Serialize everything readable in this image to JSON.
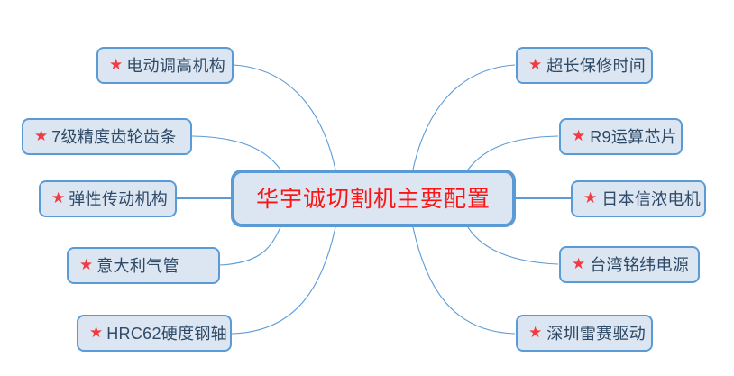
{
  "diagram": {
    "type": "mind-map",
    "title": "华宇诚切割机主要配置",
    "bullet_glyph": "★",
    "colors": {
      "node_fill": "#dce6f2",
      "node_border": "#5b9bd5",
      "node_text": "#2e4a66",
      "center_text": "#fb1414",
      "star": "#ef3b41",
      "connector": "#5b9bd5",
      "background": "#ffffff"
    },
    "center": {
      "label": "华宇诚切割机主要配置"
    },
    "left_branches": [
      {
        "label": "电动调高机构"
      },
      {
        "label": "7级精度齿轮齿条"
      },
      {
        "label": "弹性传动机构"
      },
      {
        "label": "意大利气管"
      },
      {
        "label": "HRC62硬度钢轴"
      }
    ],
    "right_branches": [
      {
        "label": "超长保修时间"
      },
      {
        "label": "R9运算芯片"
      },
      {
        "label": "日本信浓电机"
      },
      {
        "label": "台湾铭纬电源"
      },
      {
        "label": "深圳雷赛驱动"
      }
    ]
  }
}
